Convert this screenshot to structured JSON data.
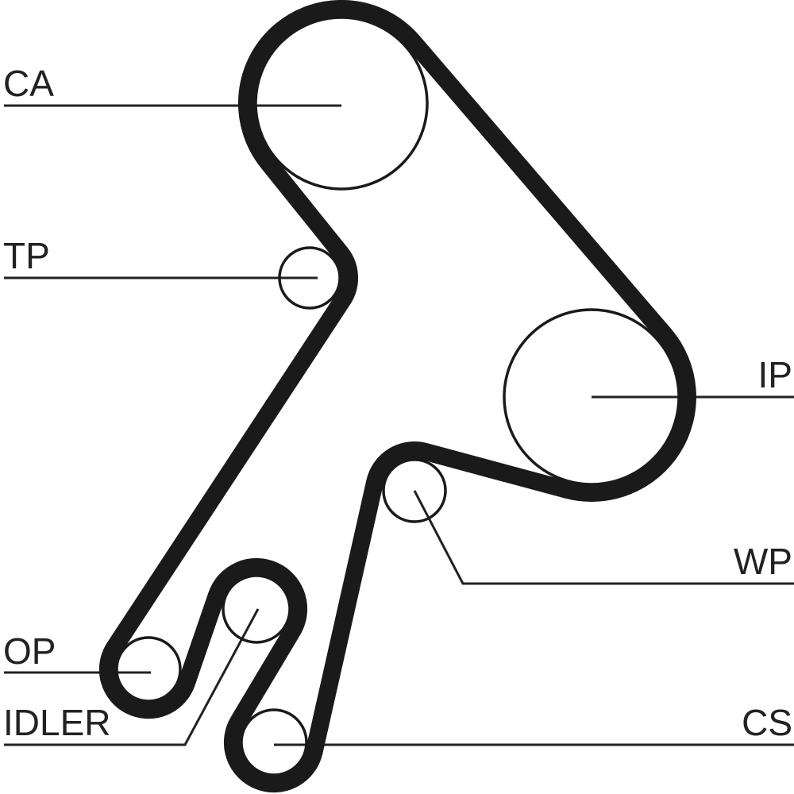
{
  "diagram": {
    "type": "timing-belt-routing",
    "labels": {
      "ca": "CA",
      "tp": "TP",
      "ip": "IP",
      "wp": "WP",
      "op": "OP",
      "idler": "IDLER",
      "cs": "CS"
    },
    "colors": {
      "belt": "#1a1a1a",
      "line": "#222222",
      "background": "#ffffff"
    }
  }
}
